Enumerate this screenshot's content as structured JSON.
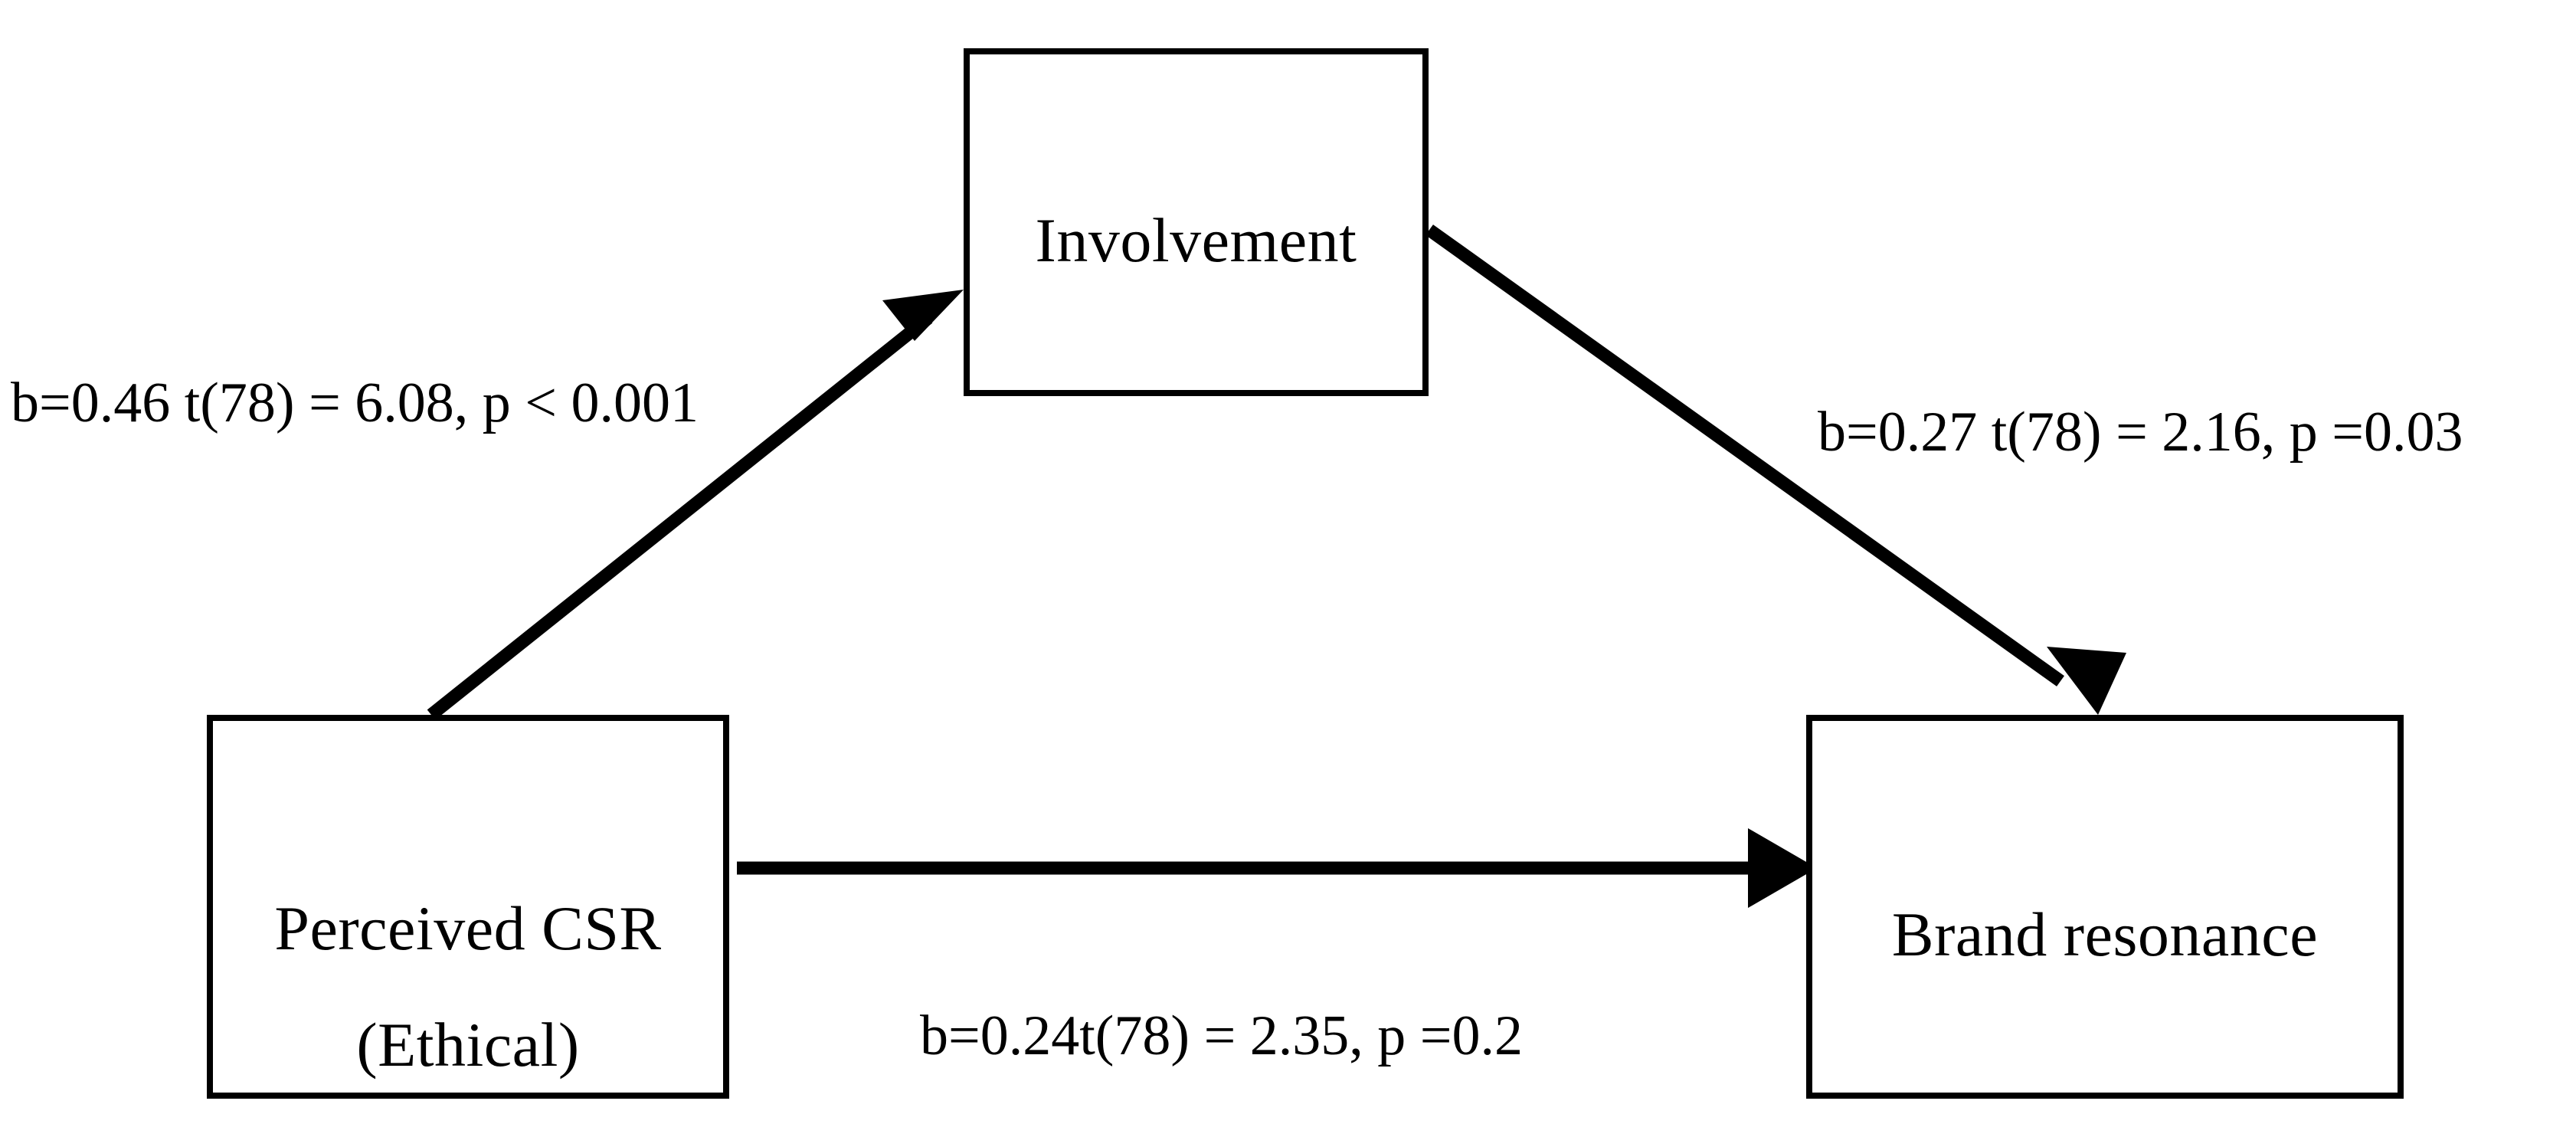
{
  "diagram": {
    "type": "mediation-model",
    "nodes": [
      {
        "id": "perceived-csr",
        "lines": [
          "Perceived CSR",
          "(Ethical)"
        ],
        "role": "independent-variable"
      },
      {
        "id": "involvement",
        "lines": [
          "Involvement"
        ],
        "role": "mediator"
      },
      {
        "id": "brand-resonance",
        "lines": [
          "Brand resonance"
        ],
        "role": "dependent-variable"
      }
    ],
    "node_text": {
      "perceived_csr_line1": "Perceived CSR",
      "perceived_csr_line2": "(Ethical)",
      "involvement": "Involvement",
      "brand_resonance": "Brand resonance"
    },
    "edges": [
      {
        "id": "a-path",
        "from": "perceived-csr",
        "to": "involvement",
        "label": "b=0.46 t(78) = 6.08, p < 0.001",
        "b": 0.46,
        "df": 78,
        "t": 6.08,
        "p": "< 0.001"
      },
      {
        "id": "b-path",
        "from": "involvement",
        "to": "brand-resonance",
        "label": "b=0.27 t(78) = 2.16, p =0.03",
        "b": 0.27,
        "df": 78,
        "t": 2.16,
        "p": "0.03"
      },
      {
        "id": "c-path",
        "from": "perceived-csr",
        "to": "brand-resonance",
        "label": "b=0.24t(78) = 2.35, p =0.2",
        "b": 0.24,
        "df": 78,
        "t": 2.35,
        "p": "0.2"
      }
    ],
    "edge_labels": {
      "a_path": "b=0.46 t(78) = 6.08, p < 0.001",
      "b_path": "b=0.27 t(78) = 2.16, p =0.03",
      "c_path": "b=0.24t(78) = 2.35, p =0.2"
    },
    "colors": {
      "background": "#ffffff",
      "stroke": "#000000",
      "text": "#000000"
    }
  }
}
